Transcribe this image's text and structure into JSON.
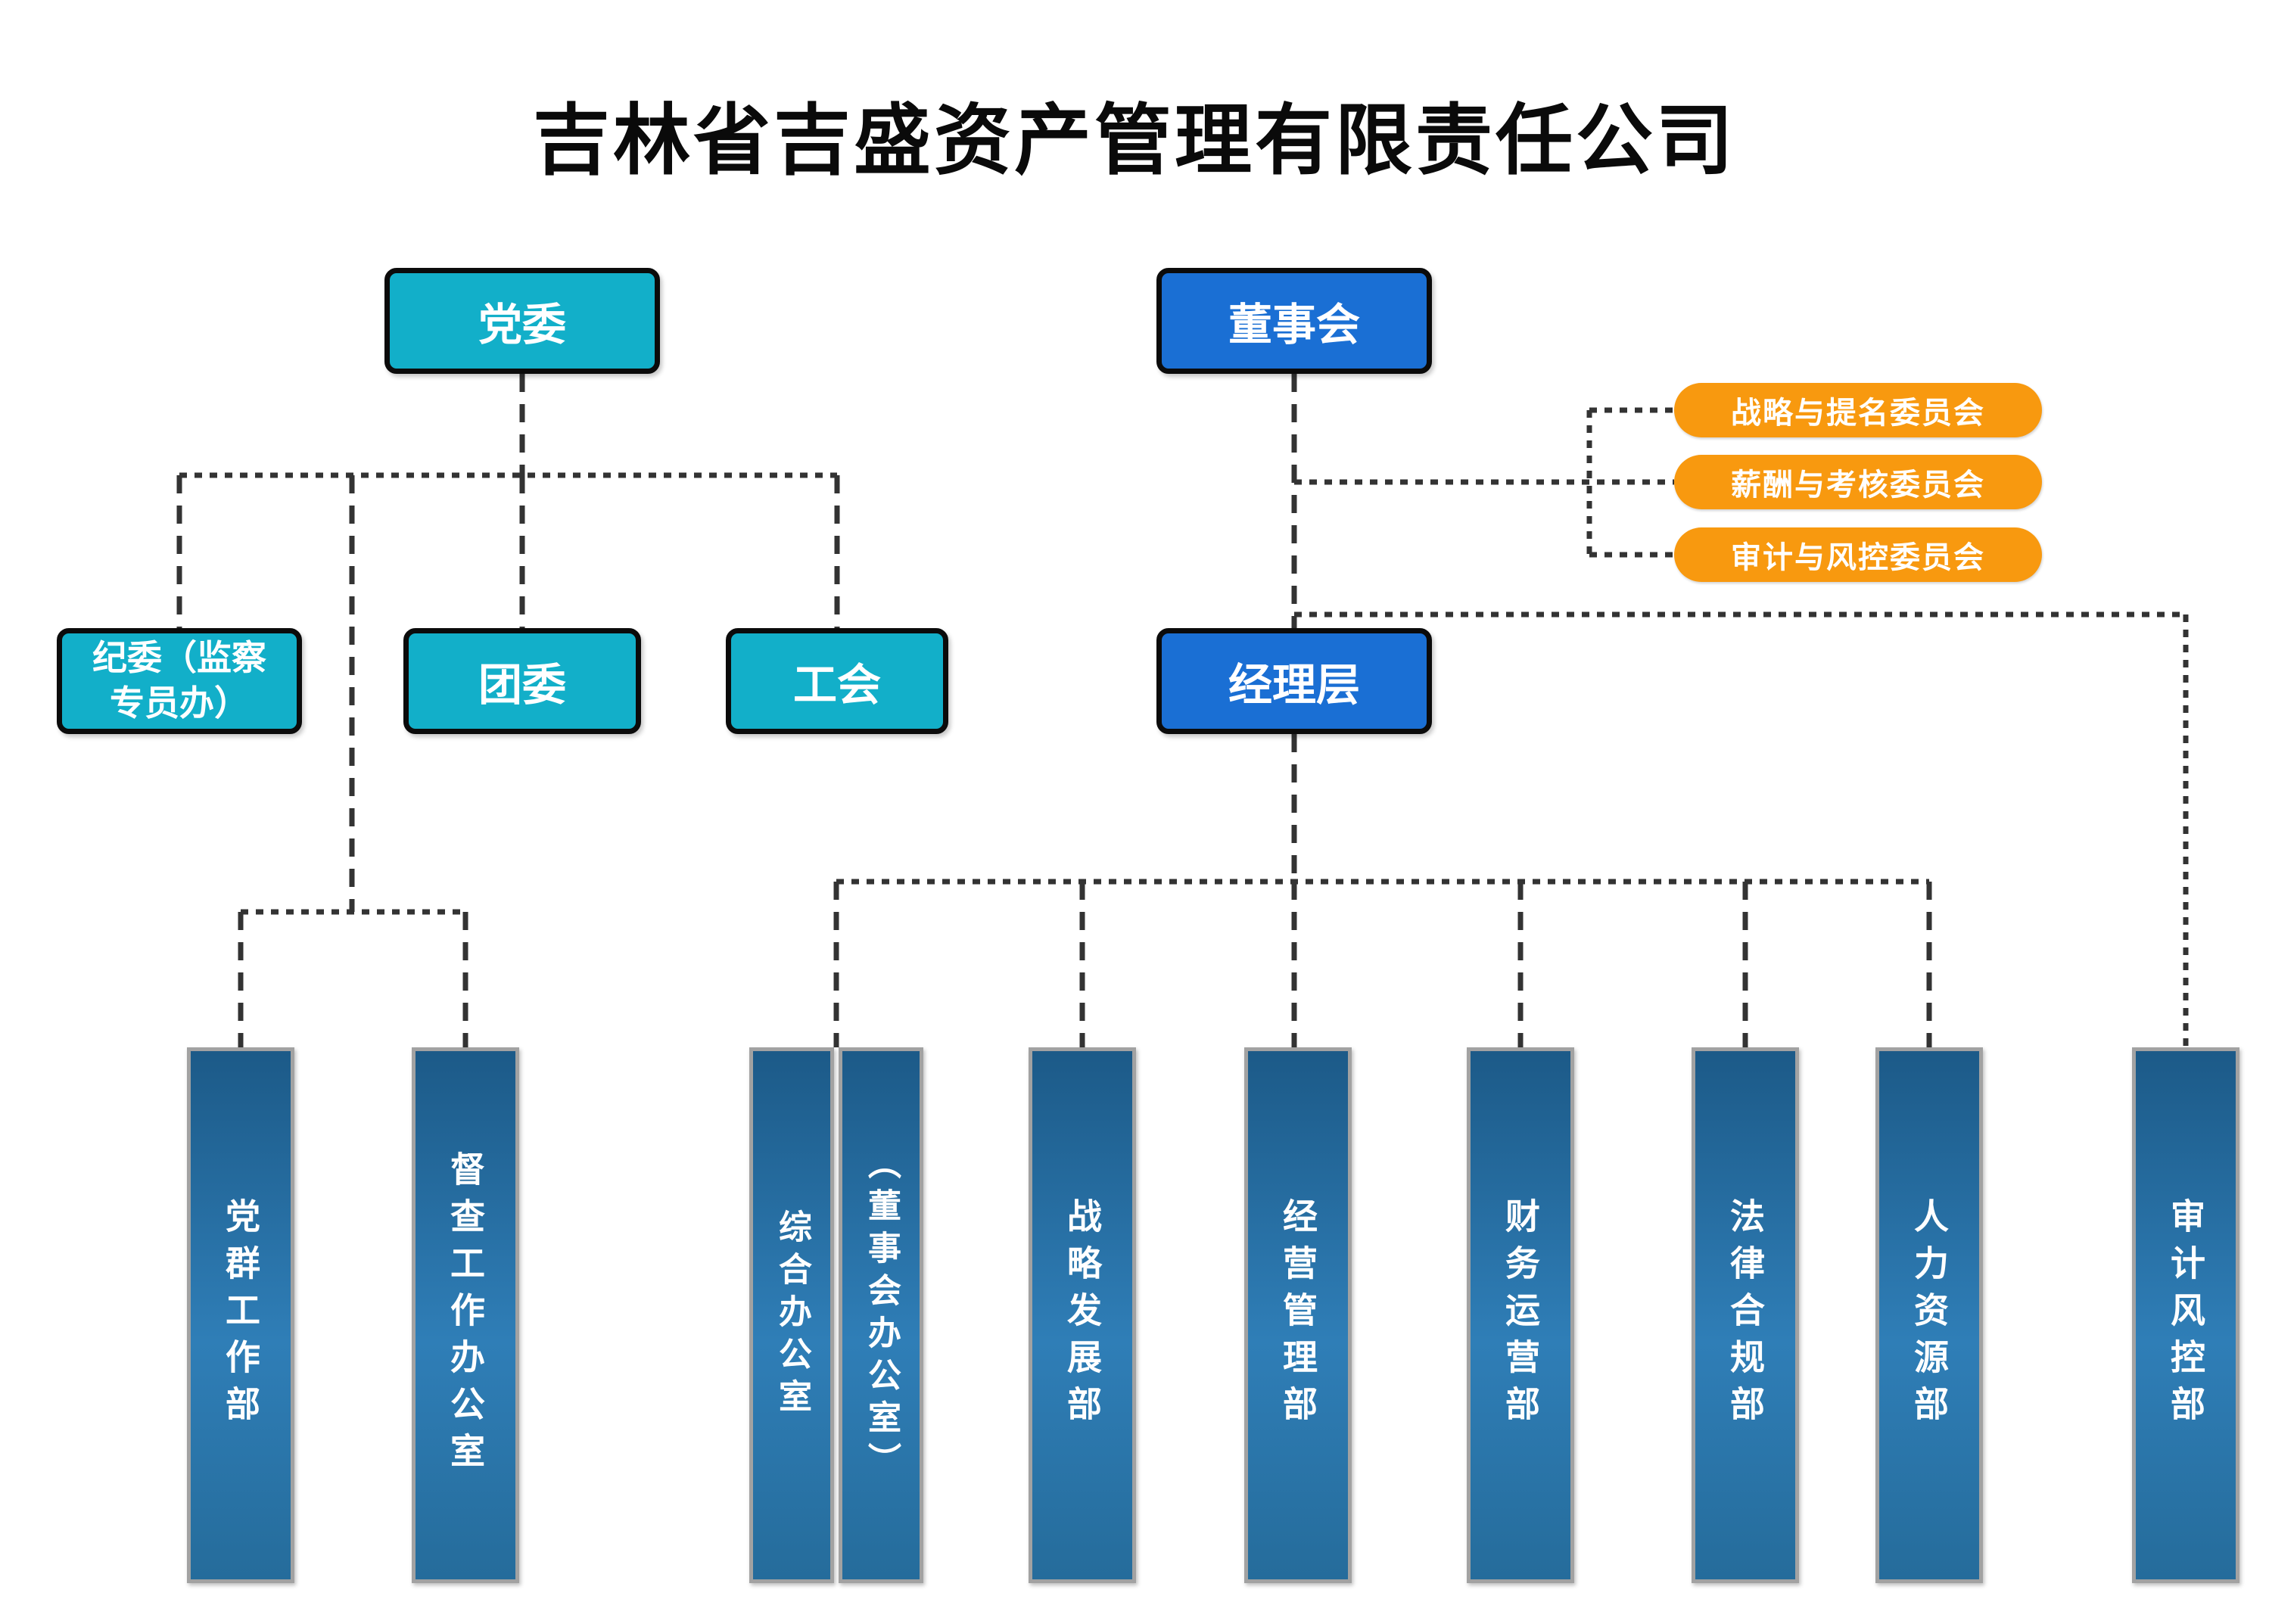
{
  "title": "吉林省吉盛资产管理有限责任公司",
  "colors": {
    "cyan": "#12AFC9",
    "blue": "#1A6FD4",
    "orange": "#F8990F",
    "bar_top": "#1C5A88",
    "bar_mid": "#2F7EB7",
    "bar_bottom": "#256C9B",
    "bar_border": "#A2A2A2",
    "connector": "#333333"
  },
  "nodes": {
    "party_committee": {
      "label": "党委"
    },
    "board": {
      "label": "董事会"
    },
    "discipline_committee": {
      "label": "纪委（监察专员办）",
      "line1": "纪委（监察",
      "line2": "专员办）"
    },
    "youth_league": {
      "label": "团委"
    },
    "labor_union": {
      "label": "工会"
    },
    "management": {
      "label": "经理层"
    }
  },
  "committees": [
    {
      "label": "战略与提名委员会"
    },
    {
      "label": "薪酬与考核委员会"
    },
    {
      "label": "审计与风控委员会"
    }
  ],
  "departments": [
    {
      "label": "党群工作部"
    },
    {
      "label": "督查工作办公室"
    },
    {
      "label": "综合办公室"
    },
    {
      "label": "（董事会办公室）"
    },
    {
      "label": "战略发展部"
    },
    {
      "label": "经营管理部"
    },
    {
      "label": "财务运营部"
    },
    {
      "label": "法律合规部"
    },
    {
      "label": "人力资源部"
    },
    {
      "label": "审计风控部"
    }
  ]
}
